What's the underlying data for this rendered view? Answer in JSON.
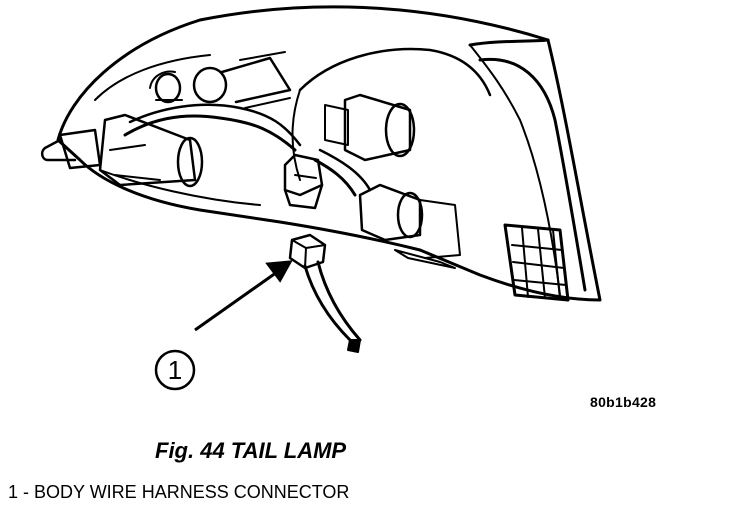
{
  "figure": {
    "code": "80b1b428",
    "title": "Fig. 44 TAIL LAMP",
    "callout": "1",
    "legend": "1 - BODY WIRE HARNESS CONNECTOR"
  }
}
